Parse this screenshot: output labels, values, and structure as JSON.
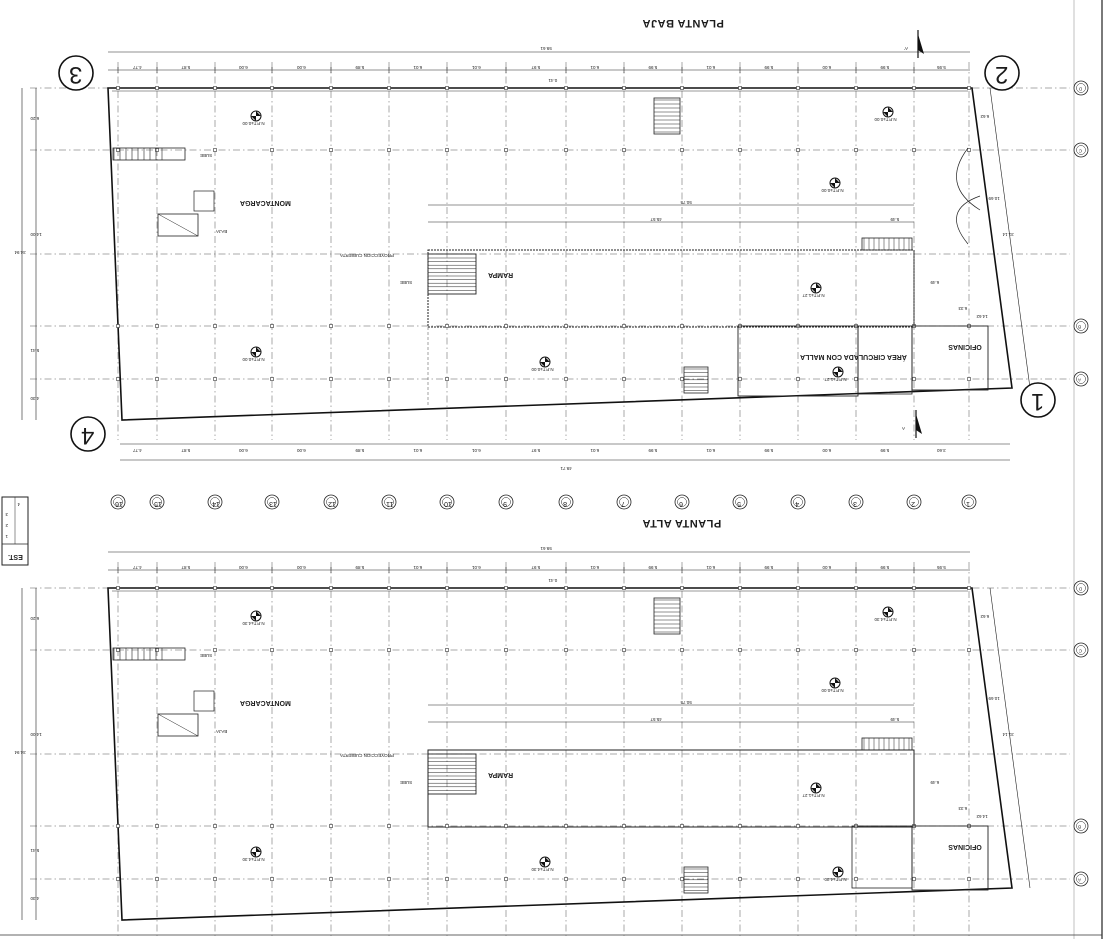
{
  "sheet": {
    "plans": [
      {
        "title": "PLANTA BAJA",
        "level": "N.P.T±0.00",
        "level_mid": "N.P.T±1.27",
        "rooms": [
          "MONTACARGA",
          "BAJA",
          "RAMPA",
          "SUBE",
          "SUBE",
          "ÁREA CIRCULADA CON MALLA",
          "OFICINAS",
          "PROYECCION CUBIERTA"
        ],
        "corners": [
          "3",
          "2",
          "4",
          "1"
        ],
        "section_marks": [
          "A'",
          "A"
        ]
      },
      {
        "title": "PLANTA ALTA",
        "level": "N.P.T±4.30",
        "level_mid": "N.P.T±1.27",
        "level_top": "N.P.T±0.00",
        "rooms": [
          "MONTACARGA",
          "BAJA",
          "RAMPA",
          "SUBE",
          "BAJA",
          "OFICINAS",
          "PROYECCION CUBIERTA"
        ]
      }
    ],
    "col_axes": [
      "16",
      "15",
      "14",
      "13",
      "12",
      "11",
      "10",
      "9",
      "8",
      "7",
      "6",
      "5",
      "4",
      "3",
      "2",
      "1"
    ],
    "row_axes_top": [
      "D",
      "C",
      "B",
      "A"
    ],
    "row_axes_bottom": [
      "D",
      "C",
      "B",
      "A"
    ],
    "dims": {
      "overall_top": "59.61",
      "overall_bottom": "49.71",
      "top_spans": [
        "4.77",
        "5.87",
        "6.00",
        "6.00",
        "5.89",
        "6.01",
        "6.01",
        "5.97",
        "6.01",
        "5.99",
        "6.01",
        "5.99",
        "6.00",
        "5.99",
        "5.95"
      ],
      "bottom_spans": [
        "4.77",
        "5.87",
        "6.00",
        "6.00",
        "5.89",
        "6.01",
        "6.01",
        "5.97",
        "6.01",
        "5.99",
        "6.01",
        "5.99",
        "6.00",
        "5.99",
        "3.60"
      ],
      "left_spans": [
        "6.20",
        "14.00",
        "5.41",
        "4.30"
      ],
      "left_total": "34.94",
      "right_spans": [
        "6.62",
        "10.69",
        "14.62"
      ],
      "right_total": "31.14",
      "inner_a": "50.75",
      "inner_b": "45.57",
      "inner_c": "5.49",
      "inner_d": "6.49",
      "inner_e": "6.33",
      "offset": "0.41"
    },
    "legend": {
      "header": "EST.",
      "rows": [
        "1",
        "2",
        "3",
        "4"
      ]
    }
  }
}
